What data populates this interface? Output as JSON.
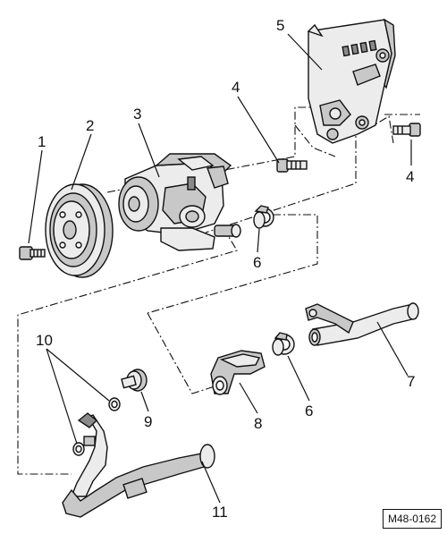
{
  "diagram": {
    "labels": [
      "1",
      "2",
      "3",
      "4",
      "5",
      "4",
      "6",
      "10",
      "9",
      "8",
      "6",
      "7",
      "11"
    ],
    "reference_code": "M48-0162"
  }
}
